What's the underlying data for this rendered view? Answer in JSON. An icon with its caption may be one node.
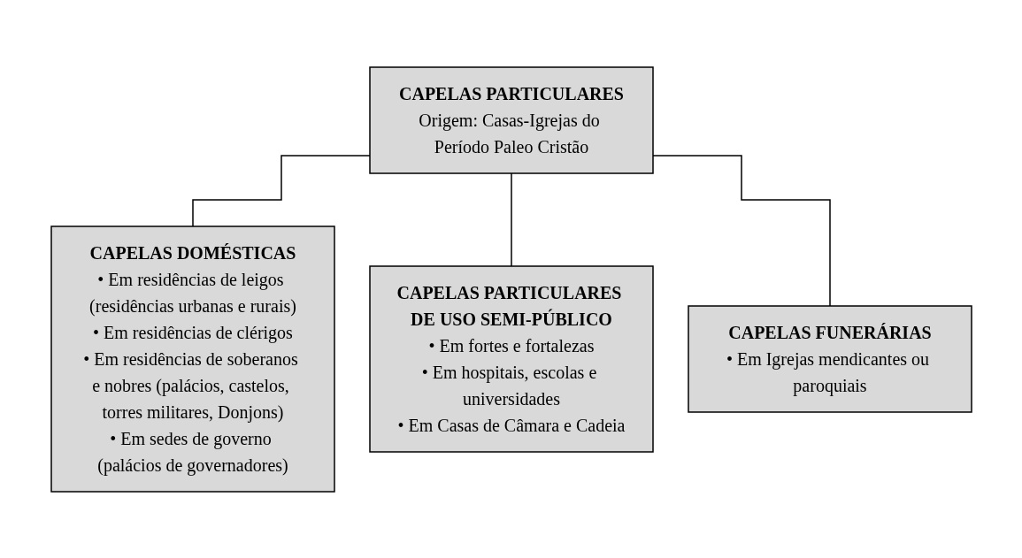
{
  "diagram": {
    "nodes": [
      {
        "text": [
          "CAPELAS PARTICULARES",
          "Origem: Casas-Igrejas do Período Paleo Cristão"
        ]
      },
      {
        "text": [
          "CAPELAS DOMÉSTICAS",
          "• Em residências de leigos (residências urbanas e rurais)",
          "• Em residências de clérigos",
          "• Em residências de soberanos e nobres (palácios, castelos, torres militares, Donjons)",
          "• Em sedes de governo (palácios de governadores)"
        ]
      },
      {
        "text": [
          "CAPELAS PARTICULARES DE USO SEMI-PÚBLICO",
          "• Em fortes e fortalezas",
          "• Em hospitais, escolas e universidades",
          "• Em Casas de Câmara e Cadeia"
        ]
      },
      {
        "text": [
          "CAPELAS FUNERÁRIAS",
          "• Em Igrejas mendicantes ou paroquiais"
        ]
      }
    ],
    "edges": [
      {
        "from": 0,
        "to": 1,
        "arrow": "none"
      },
      {
        "from": 0,
        "to": 2,
        "arrow": "none"
      },
      {
        "from": 0,
        "to": 3,
        "arrow": "none"
      }
    ]
  }
}
